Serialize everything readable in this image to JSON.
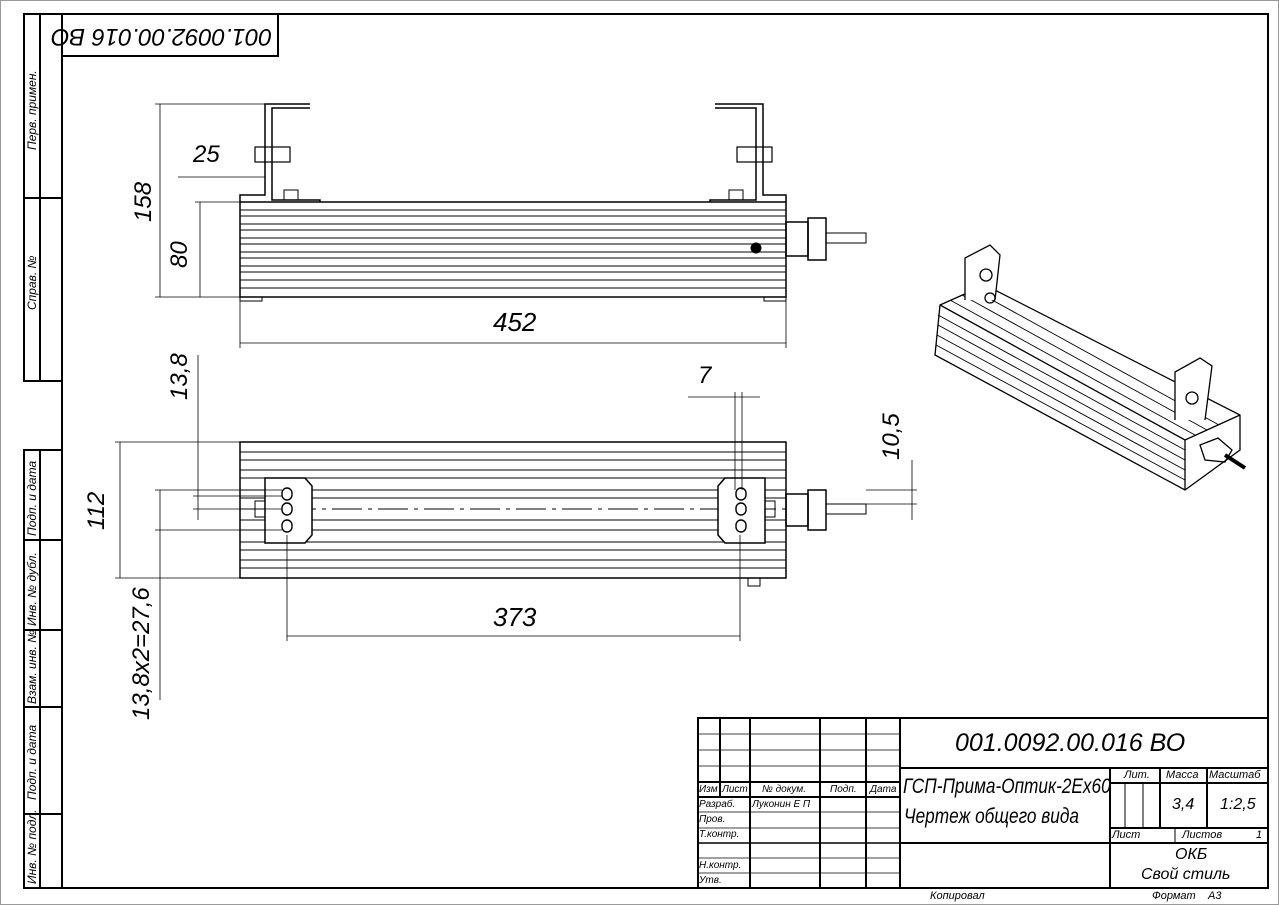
{
  "drawing": {
    "designation": "001.0092.00.016 ВО",
    "designation_rotated": "001.0092.00.016 ВО",
    "dimensions": {
      "d452": "452",
      "d158": "158",
      "d80": "80",
      "d25": "25",
      "d112": "112",
      "d13_8": "13,8",
      "d13_8x2": "13,8x2=27,6",
      "d373": "373",
      "d7": "7",
      "d10_5": "10,5"
    }
  },
  "side_strip": {
    "perv_primen": "Перв. примен.",
    "sprav_no": "Справ. №",
    "podp_data_1": "Подп. и дата",
    "inv_dubl": "Инв. № дубл.",
    "vzam_inv": "Взам. инв. №",
    "podp_data_2": "Подп. и дата",
    "inv_podl": "Инв. № подл."
  },
  "title_block": {
    "designation": "001.0092.00.016 ВО",
    "name_line1": "ГСП-Прима-Оптик-2Ех60",
    "name_line2": "Чертеж общего вида",
    "col_izm": "Изм",
    "col_list": "Лист",
    "col_dokum": "№ докум.",
    "col_podp": "Подп.",
    "col_data": "Дата",
    "razrab": "Разраб.",
    "razrab_name": "Луконин Е П",
    "prov": "Пров.",
    "tkontr": "Т.контр.",
    "nkontr": "Н.контр.",
    "utv": "Утв.",
    "lit": "Лит.",
    "massa": "Масса",
    "masshtab": "Масштаб",
    "massa_value": "3,4",
    "masshtab_value": "1:2,5",
    "list": "Лист",
    "listov": "Листов",
    "listov_value": "1",
    "org_line1": "ОКБ",
    "org_line2": "Свой стиль",
    "kopiroval": "Копировал",
    "format": "Формат",
    "format_value": "A3"
  }
}
